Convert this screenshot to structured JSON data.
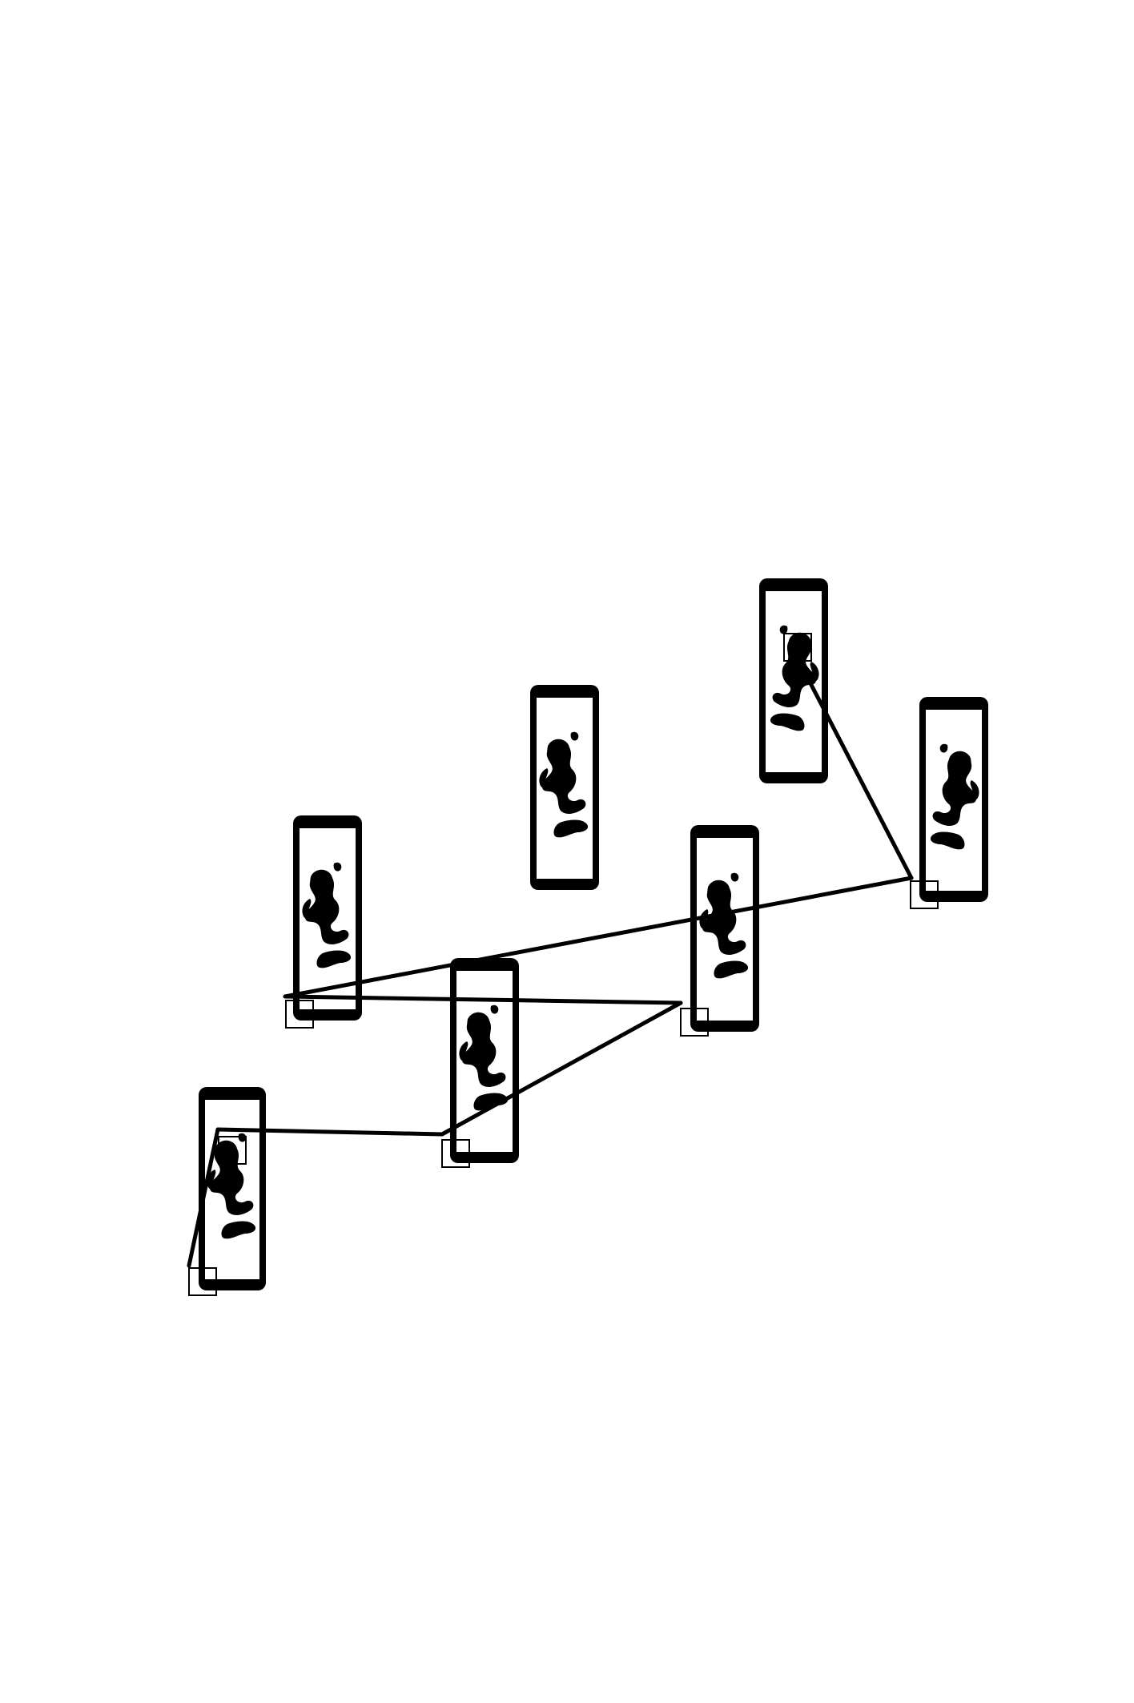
{
  "diagram": {
    "style": {
      "ink_color": "#000000",
      "background_color": "#ffffff"
    },
    "frames": [
      {
        "id": "frame-1",
        "icon": "shape-figure-icon"
      },
      {
        "id": "frame-2",
        "icon": "shape-figure-icon"
      },
      {
        "id": "frame-3",
        "icon": "shape-figure-icon"
      },
      {
        "id": "frame-4",
        "icon": "shape-figure-icon"
      },
      {
        "id": "frame-5",
        "icon": "shape-figure-icon"
      },
      {
        "id": "frame-6",
        "icon": "shape-figure-icon"
      },
      {
        "id": "frame-7",
        "icon": "shape-figure-icon"
      }
    ],
    "markers": [
      {
        "id": "marker-a",
        "frame": "frame-5"
      },
      {
        "id": "marker-b",
        "frame": "frame-7"
      },
      {
        "id": "marker-c",
        "frame": "frame-2"
      },
      {
        "id": "marker-d",
        "frame": "frame-4"
      },
      {
        "id": "marker-e",
        "frame": "frame-3"
      },
      {
        "id": "marker-f",
        "frame": "frame-1"
      },
      {
        "id": "marker-g",
        "frame": "frame-1"
      }
    ],
    "path_order": [
      "marker-a",
      "marker-b",
      "marker-c",
      "marker-d",
      "marker-e",
      "marker-f",
      "marker-g"
    ]
  }
}
